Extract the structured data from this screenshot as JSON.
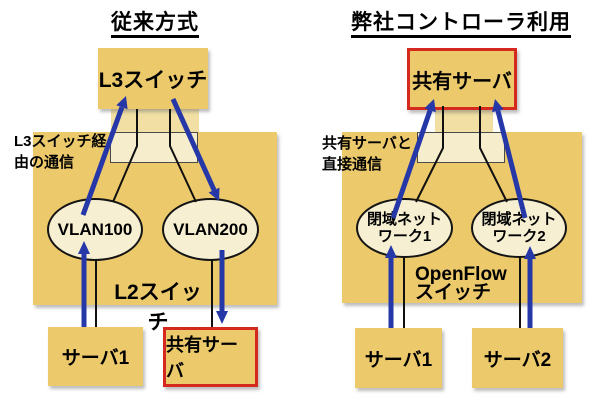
{
  "left": {
    "title": "従来方式",
    "l3_switch_label": "L3スイッチ",
    "note": "L3スイッチ経\n由の通信",
    "l2_switch_label": "L2スイッチ",
    "vlan100": "VLAN100",
    "vlan200": "VLAN200",
    "server1": "サーバ1",
    "shared_server": "共有サーバ"
  },
  "right": {
    "title": "弊社コントローラ利用",
    "shared_server": "共有サーバ",
    "note": "共有サーバと\n直接通信",
    "switch_label": "OpenFlow\nスイッチ",
    "closed_network1": "閉域ネット\nワーク1",
    "closed_network2": "閉域ネット\nワーク2",
    "server1": "サーバ1",
    "server2": "サーバ2"
  },
  "colors": {
    "box_fill": "#ECC96B",
    "ellipse_fill": "#F6EFD2",
    "connector_fill": "#F1DFA3",
    "port_panel_fill": "#F5EDCB",
    "arrow_blue": "#2638A8",
    "line_black": "#101010",
    "highlight_red": "#D5281E"
  }
}
